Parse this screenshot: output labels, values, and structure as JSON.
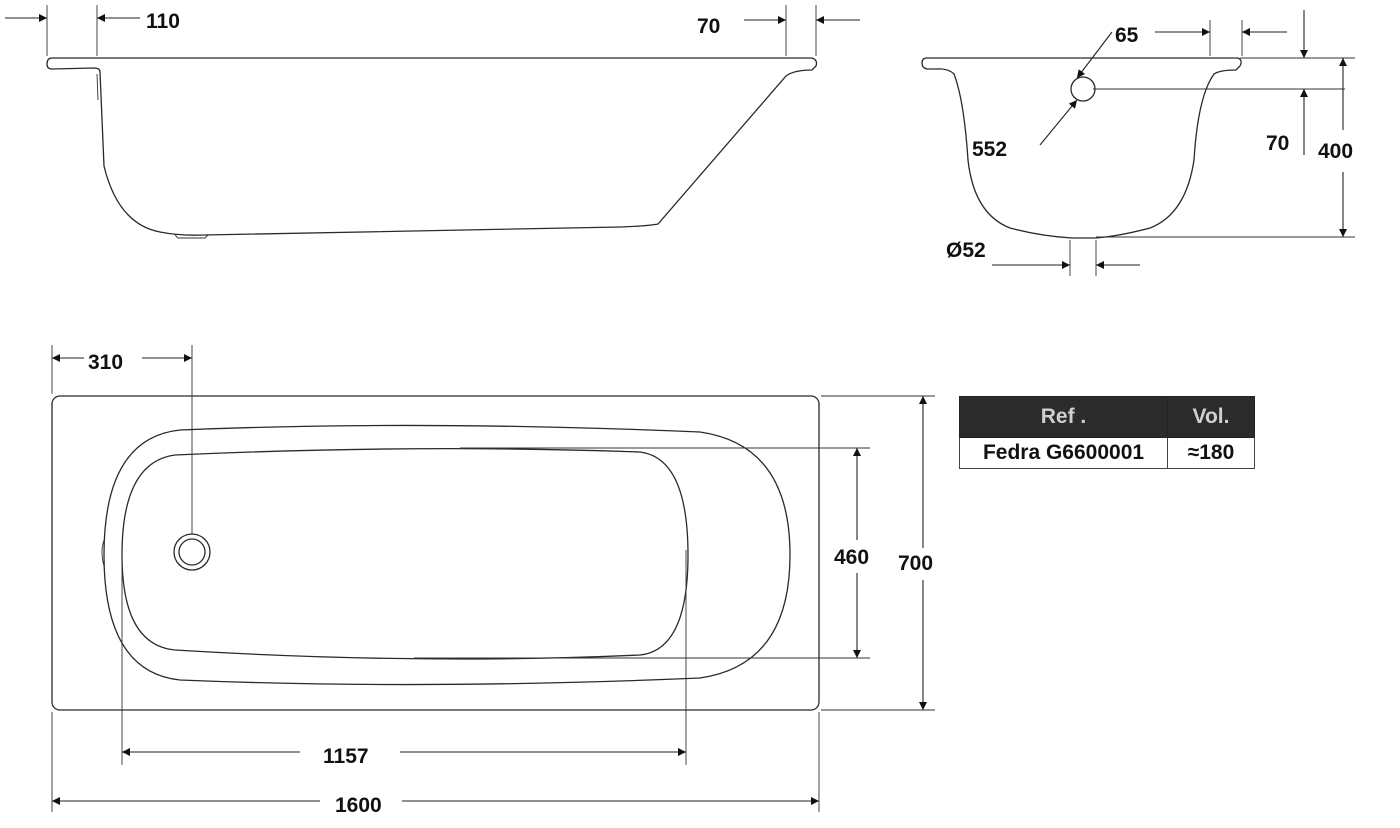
{
  "dimensions": {
    "side_rim_left": "110",
    "side_rim_right": "70",
    "end_rim": "65",
    "overflow_height": "552",
    "overflow_offset": "70",
    "depth": "400",
    "drain_diameter": "Ø52",
    "drain_position": "310",
    "inner_width": "460",
    "outer_width": "700",
    "inner_length": "1157",
    "outer_length": "1600"
  },
  "table": {
    "headers": [
      "Ref .",
      "Vol."
    ],
    "rows": [
      [
        "Fedra G6600001",
        "≈180"
      ]
    ]
  },
  "colors": {
    "line": "#2a2a2a",
    "header_bg": "#2b2b2b",
    "header_text": "#cfcfcf"
  }
}
